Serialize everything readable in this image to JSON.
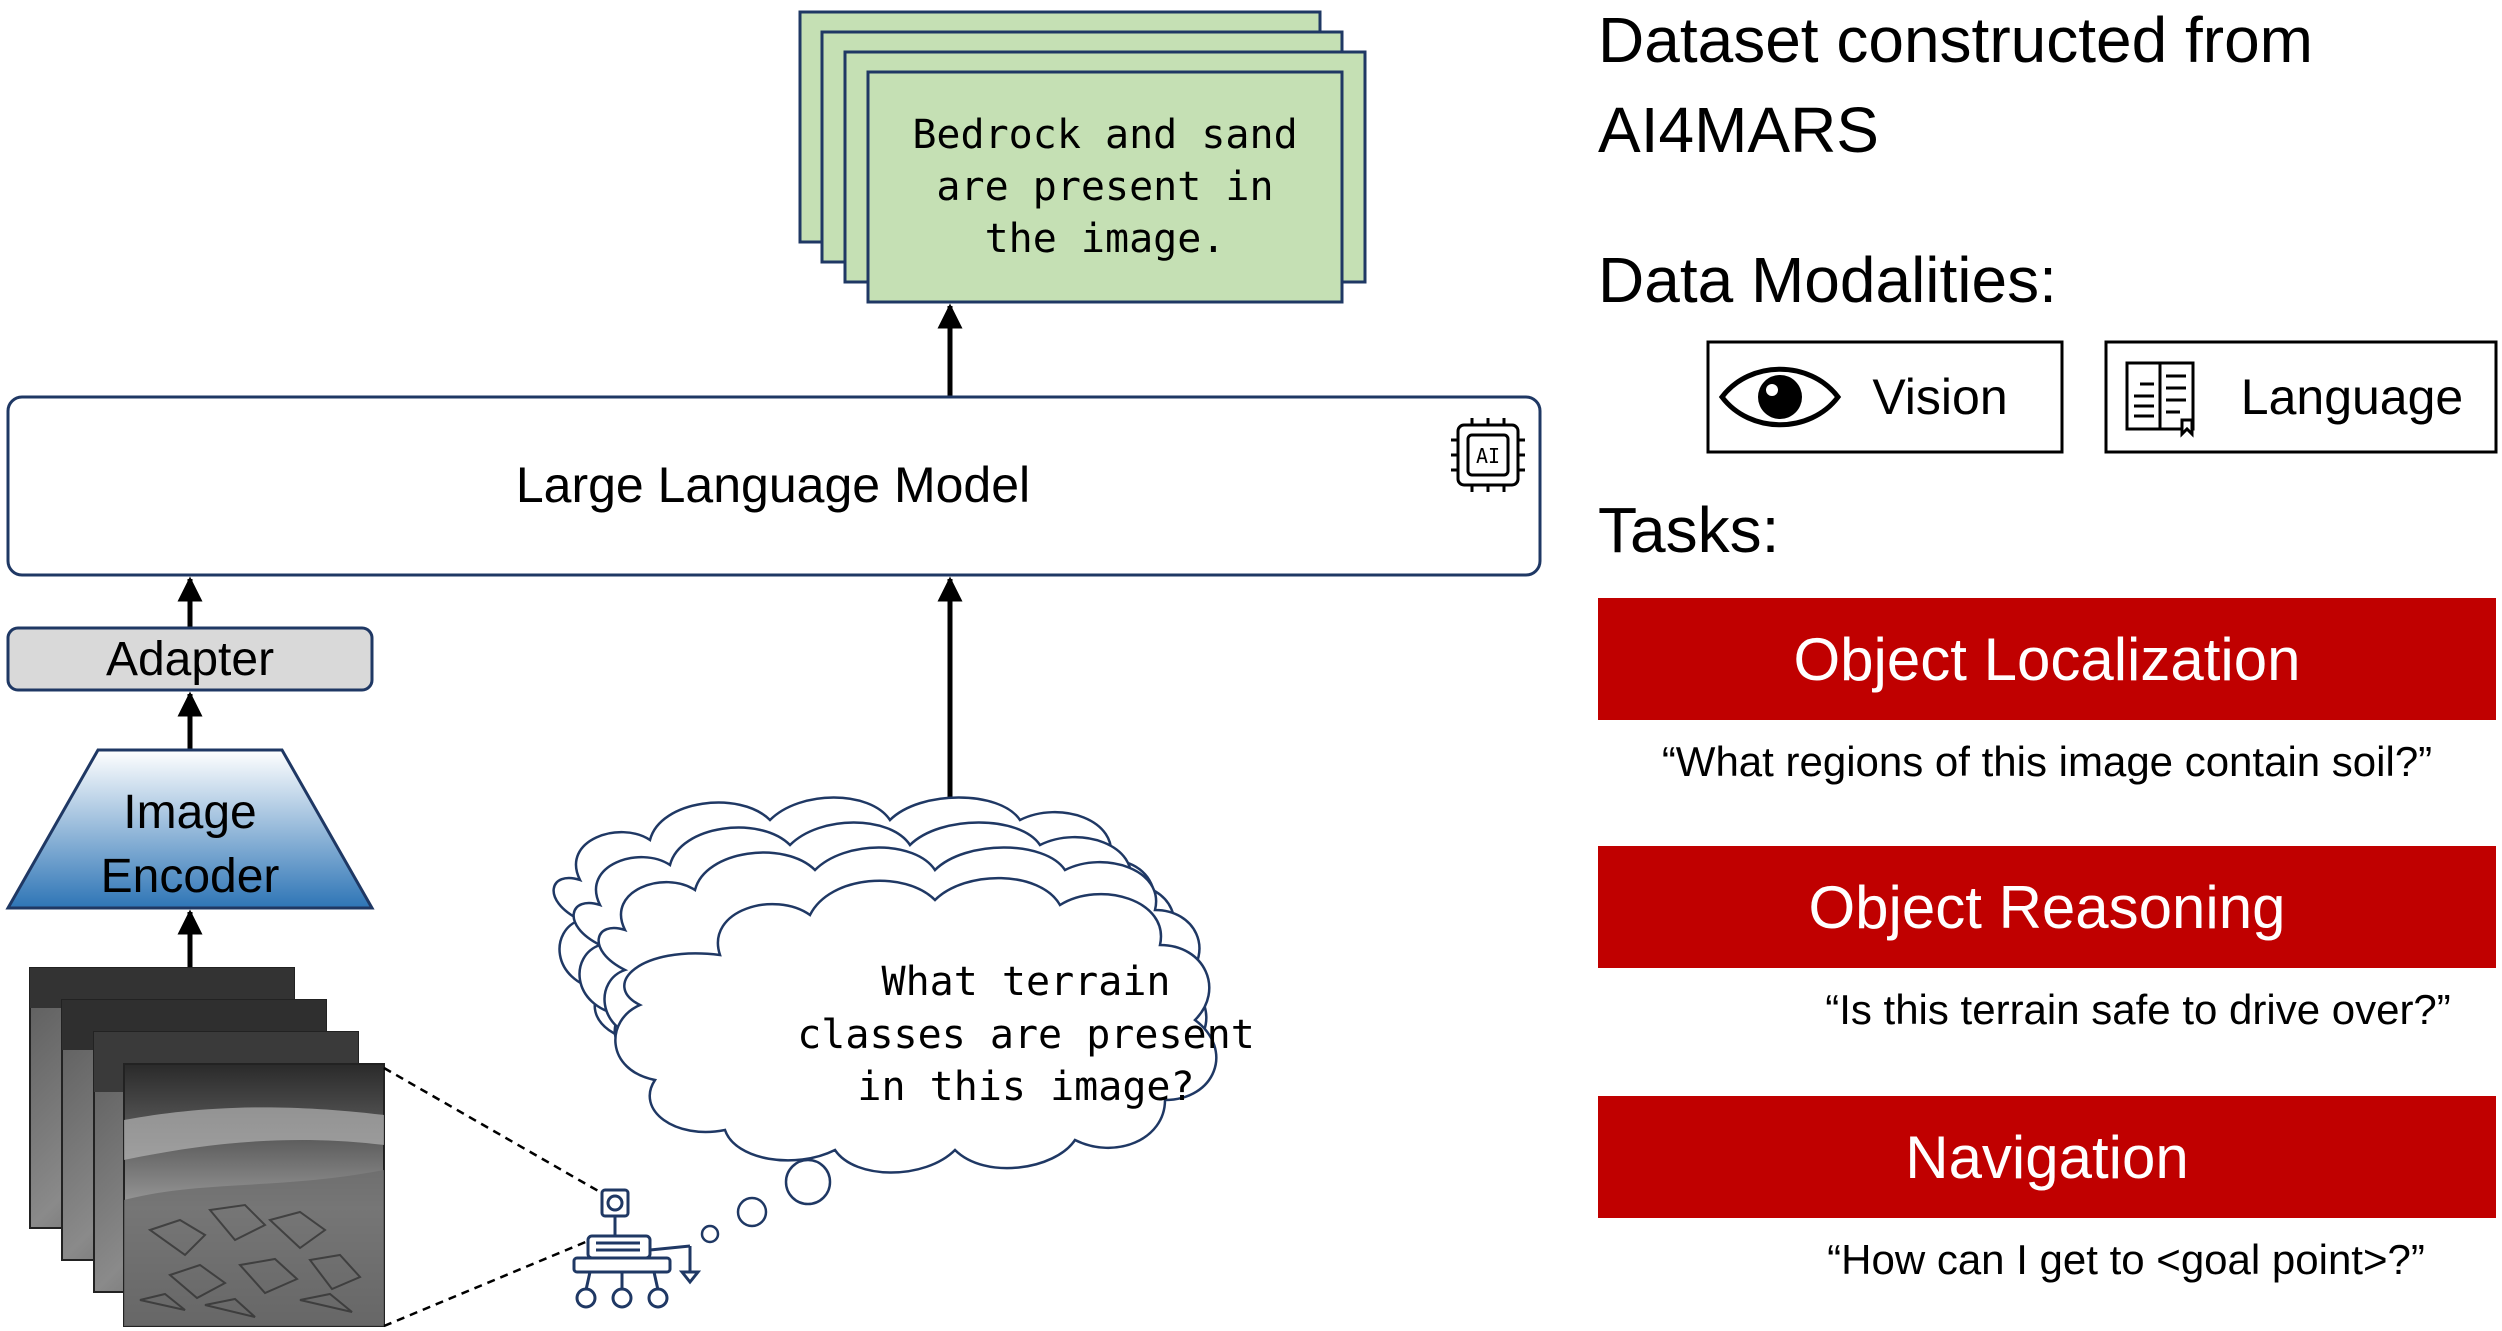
{
  "output": {
    "lines": [
      "Bedrock and sand",
      "are present in",
      "the image."
    ]
  },
  "llm": {
    "label": "Large Language Model",
    "chip_label": "AI"
  },
  "adapter": {
    "label": "Adapter"
  },
  "encoder": {
    "line1": "Image",
    "line2": "Encoder"
  },
  "prompt": {
    "lines": [
      "What terrain",
      "classes are present",
      "in this image?"
    ]
  },
  "side": {
    "dataset_line1": "Dataset constructed from",
    "dataset_line2": "AI4MARS",
    "modalities_title": "Data Modalities:",
    "vision_label": "Vision",
    "language_label": "Language",
    "tasks_title": "Tasks:",
    "tasks": [
      {
        "title": "Object Localization",
        "example": "“What regions of this image contain soil?”"
      },
      {
        "title": "Object Reasoning",
        "example": "“Is this terrain safe to drive over?”"
      },
      {
        "title": "Navigation",
        "example": "“How can I get to <goal point>?”"
      }
    ]
  },
  "colors": {
    "output_fill": "#c5e0b4",
    "output_stroke": "#1f3864",
    "task_red": "#c00000",
    "adapter_fill": "#d9d9d9",
    "encoder_top": "#ffffff",
    "encoder_bottom": "#2e75b6",
    "outline_navy": "#1f3864"
  }
}
